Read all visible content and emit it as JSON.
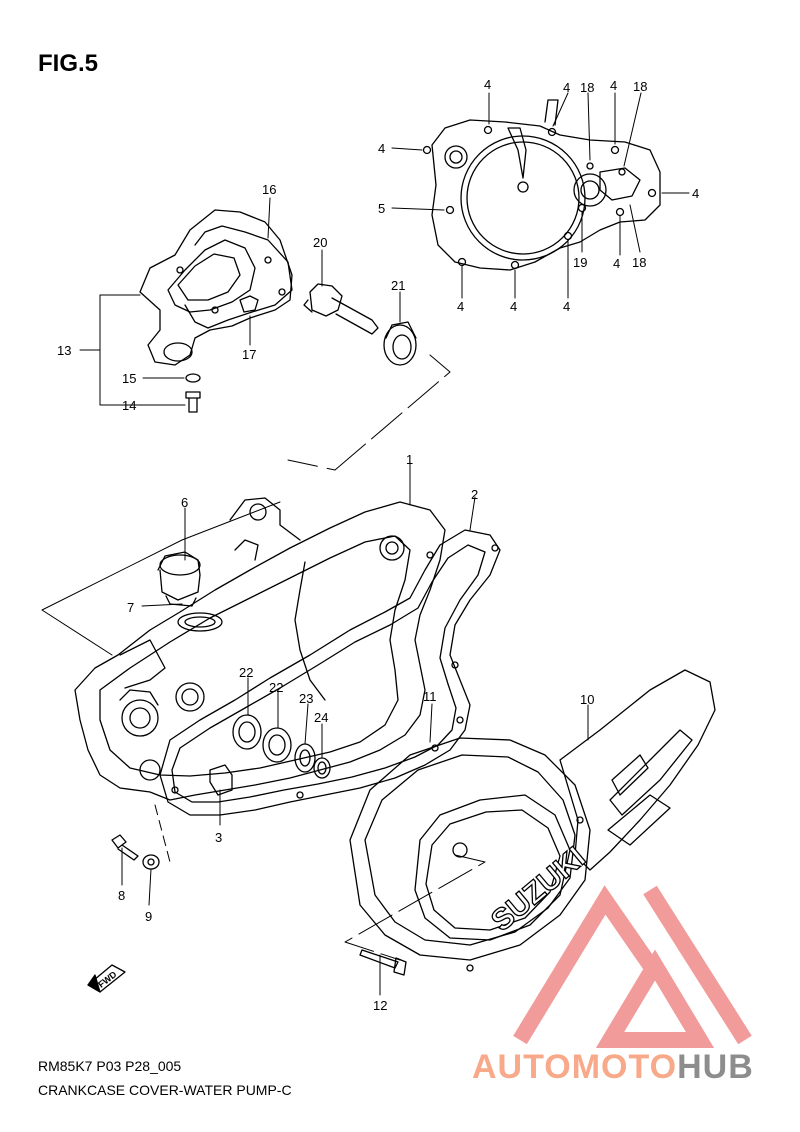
{
  "figure": {
    "title": "FIG.5",
    "code": "RM85K7 P03 P28_005",
    "caption": "CRANKCASE COVER-WATER PUMP-C"
  },
  "brand_logo_text": "SUZUKI",
  "fwd_label": "FWD",
  "watermark": {
    "part1": "AUTO",
    "part2": "MOTO",
    "part3": "HUB",
    "colors": {
      "accent": "#f7a98a",
      "gray": "#8d8d8d",
      "triangle": "#f08a8a"
    }
  },
  "callouts": [
    {
      "id": "c4a",
      "label": "4"
    },
    {
      "id": "c4b",
      "label": "4"
    },
    {
      "id": "c18a",
      "label": "18"
    },
    {
      "id": "c4c",
      "label": "4"
    },
    {
      "id": "c18b",
      "label": "18"
    },
    {
      "id": "c4d",
      "label": "4"
    },
    {
      "id": "c4e",
      "label": "4"
    },
    {
      "id": "c5",
      "label": "5"
    },
    {
      "id": "c19",
      "label": "19"
    },
    {
      "id": "c4f",
      "label": "4"
    },
    {
      "id": "c18c",
      "label": "18"
    },
    {
      "id": "c4g",
      "label": "4"
    },
    {
      "id": "c4h",
      "label": "4"
    },
    {
      "id": "c4i",
      "label": "4"
    },
    {
      "id": "c16",
      "label": "16"
    },
    {
      "id": "c20",
      "label": "20"
    },
    {
      "id": "c21",
      "label": "21"
    },
    {
      "id": "c17",
      "label": "17"
    },
    {
      "id": "c13",
      "label": "13"
    },
    {
      "id": "c15",
      "label": "15"
    },
    {
      "id": "c14",
      "label": "14"
    },
    {
      "id": "c1",
      "label": "1"
    },
    {
      "id": "c2",
      "label": "2"
    },
    {
      "id": "c6",
      "label": "6"
    },
    {
      "id": "c7",
      "label": "7"
    },
    {
      "id": "c22a",
      "label": "22"
    },
    {
      "id": "c22b",
      "label": "22"
    },
    {
      "id": "c23",
      "label": "23"
    },
    {
      "id": "c24",
      "label": "24"
    },
    {
      "id": "c11",
      "label": "11"
    },
    {
      "id": "c10",
      "label": "10"
    },
    {
      "id": "c3",
      "label": "3"
    },
    {
      "id": "c8",
      "label": "8"
    },
    {
      "id": "c9",
      "label": "9"
    },
    {
      "id": "c12",
      "label": "12"
    }
  ]
}
